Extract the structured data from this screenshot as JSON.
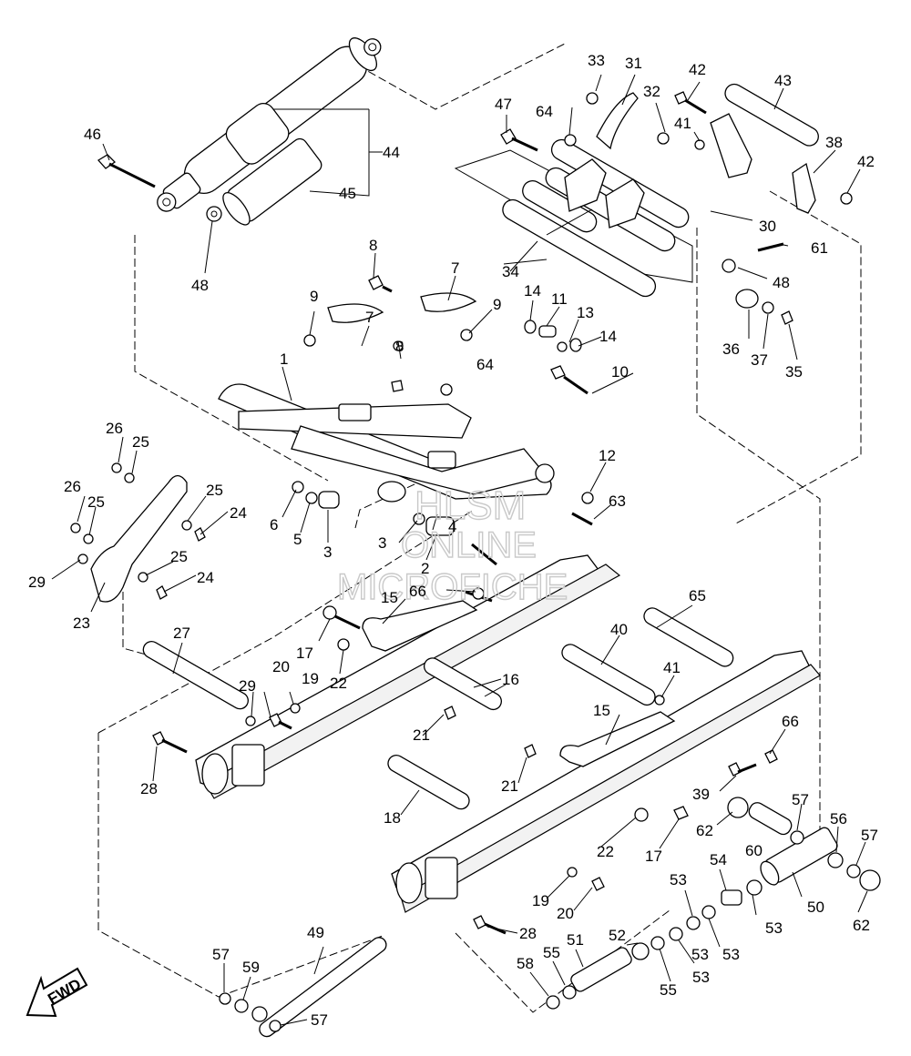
{
  "watermark": {
    "line1": "HLSM",
    "line2": "ONLINE",
    "line3": "MICROFICHE"
  },
  "fwd_label": "FWD",
  "callouts": [
    {
      "id": "c-1",
      "text": "1"
    },
    {
      "id": "c-2",
      "text": "2"
    },
    {
      "id": "c-3a",
      "text": "3"
    },
    {
      "id": "c-3b",
      "text": "3"
    },
    {
      "id": "c-4",
      "text": "4"
    },
    {
      "id": "c-5",
      "text": "5"
    },
    {
      "id": "c-6",
      "text": "6"
    },
    {
      "id": "c-7a",
      "text": "7"
    },
    {
      "id": "c-7b",
      "text": "7"
    },
    {
      "id": "c-8a",
      "text": "8"
    },
    {
      "id": "c-8b",
      "text": "8"
    },
    {
      "id": "c-9a",
      "text": "9"
    },
    {
      "id": "c-9b",
      "text": "9"
    },
    {
      "id": "c-10",
      "text": "10"
    },
    {
      "id": "c-11",
      "text": "11"
    },
    {
      "id": "c-12",
      "text": "12"
    },
    {
      "id": "c-13",
      "text": "13"
    },
    {
      "id": "c-14a",
      "text": "14"
    },
    {
      "id": "c-14b",
      "text": "14"
    },
    {
      "id": "c-15a",
      "text": "15"
    },
    {
      "id": "c-15b",
      "text": "15"
    },
    {
      "id": "c-16",
      "text": "16"
    },
    {
      "id": "c-17a",
      "text": "17"
    },
    {
      "id": "c-17b",
      "text": "17"
    },
    {
      "id": "c-18",
      "text": "18"
    },
    {
      "id": "c-19a",
      "text": "19"
    },
    {
      "id": "c-19b",
      "text": "19"
    },
    {
      "id": "c-20a",
      "text": "20"
    },
    {
      "id": "c-20b",
      "text": "20"
    },
    {
      "id": "c-21a",
      "text": "21"
    },
    {
      "id": "c-21b",
      "text": "21"
    },
    {
      "id": "c-22a",
      "text": "22"
    },
    {
      "id": "c-22b",
      "text": "22"
    },
    {
      "id": "c-23",
      "text": "23"
    },
    {
      "id": "c-24a",
      "text": "24"
    },
    {
      "id": "c-24b",
      "text": "24"
    },
    {
      "id": "c-25a",
      "text": "25"
    },
    {
      "id": "c-25b",
      "text": "25"
    },
    {
      "id": "c-25c",
      "text": "25"
    },
    {
      "id": "c-25d",
      "text": "25"
    },
    {
      "id": "c-26a",
      "text": "26"
    },
    {
      "id": "c-26b",
      "text": "26"
    },
    {
      "id": "c-27",
      "text": "27"
    },
    {
      "id": "c-28a",
      "text": "28"
    },
    {
      "id": "c-28b",
      "text": "28"
    },
    {
      "id": "c-29a",
      "text": "29"
    },
    {
      "id": "c-29b",
      "text": "29"
    },
    {
      "id": "c-30",
      "text": "30"
    },
    {
      "id": "c-31",
      "text": "31"
    },
    {
      "id": "c-32",
      "text": "32"
    },
    {
      "id": "c-33",
      "text": "33"
    },
    {
      "id": "c-34",
      "text": "34"
    },
    {
      "id": "c-35",
      "text": "35"
    },
    {
      "id": "c-36",
      "text": "36"
    },
    {
      "id": "c-37",
      "text": "37"
    },
    {
      "id": "c-38",
      "text": "38"
    },
    {
      "id": "c-39",
      "text": "39"
    },
    {
      "id": "c-40",
      "text": "40"
    },
    {
      "id": "c-41a",
      "text": "41"
    },
    {
      "id": "c-41b",
      "text": "41"
    },
    {
      "id": "c-42a",
      "text": "42"
    },
    {
      "id": "c-42b",
      "text": "42"
    },
    {
      "id": "c-43",
      "text": "43"
    },
    {
      "id": "c-44",
      "text": "44"
    },
    {
      "id": "c-45",
      "text": "45"
    },
    {
      "id": "c-46",
      "text": "46"
    },
    {
      "id": "c-47",
      "text": "47"
    },
    {
      "id": "c-48a",
      "text": "48"
    },
    {
      "id": "c-48b",
      "text": "48"
    },
    {
      "id": "c-49",
      "text": "49"
    },
    {
      "id": "c-50",
      "text": "50"
    },
    {
      "id": "c-51",
      "text": "51"
    },
    {
      "id": "c-52",
      "text": "52"
    },
    {
      "id": "c-53a",
      "text": "53"
    },
    {
      "id": "c-53b",
      "text": "53"
    },
    {
      "id": "c-53c",
      "text": "53"
    },
    {
      "id": "c-53d",
      "text": "53"
    },
    {
      "id": "c-53e",
      "text": "53"
    },
    {
      "id": "c-54",
      "text": "54"
    },
    {
      "id": "c-55a",
      "text": "55"
    },
    {
      "id": "c-55b",
      "text": "55"
    },
    {
      "id": "c-56",
      "text": "56"
    },
    {
      "id": "c-57a",
      "text": "57"
    },
    {
      "id": "c-57b",
      "text": "57"
    },
    {
      "id": "c-57c",
      "text": "57"
    },
    {
      "id": "c-57d",
      "text": "57"
    },
    {
      "id": "c-58",
      "text": "58"
    },
    {
      "id": "c-59",
      "text": "59"
    },
    {
      "id": "c-60",
      "text": "60"
    },
    {
      "id": "c-61",
      "text": "61"
    },
    {
      "id": "c-62a",
      "text": "62"
    },
    {
      "id": "c-62b",
      "text": "62"
    },
    {
      "id": "c-63",
      "text": "63"
    },
    {
      "id": "c-64a",
      "text": "64"
    },
    {
      "id": "c-64b",
      "text": "64"
    },
    {
      "id": "c-65",
      "text": "65"
    },
    {
      "id": "c-66a",
      "text": "66"
    },
    {
      "id": "c-66b",
      "text": "66"
    }
  ]
}
